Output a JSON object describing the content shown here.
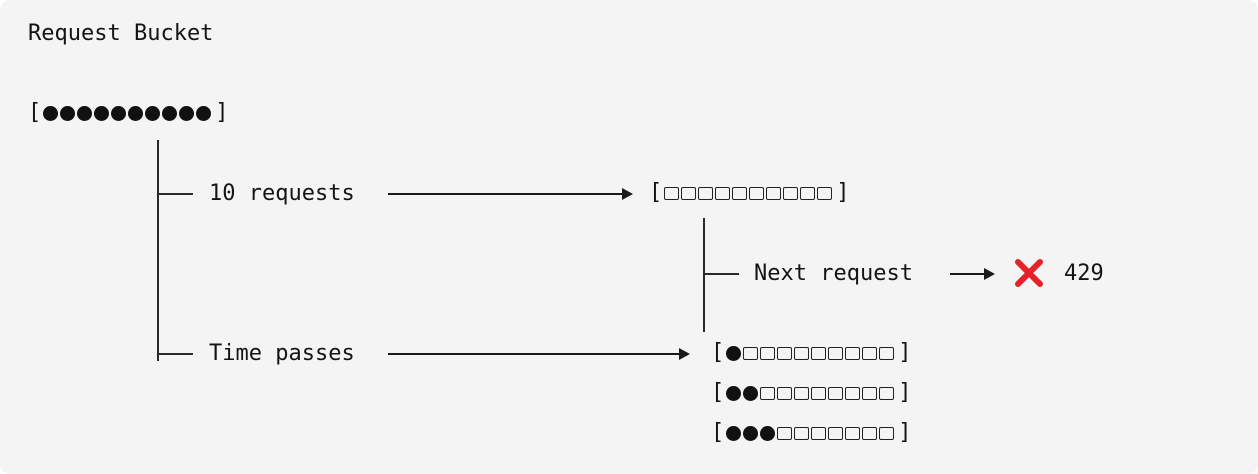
{
  "title": "Request Bucket",
  "labels": {
    "ten_requests": "10 requests",
    "next_request": "Next request",
    "time_passes": "Time passes",
    "status_code": "429"
  },
  "buckets": {
    "initial": {
      "filled": 10,
      "capacity": 10
    },
    "empty": {
      "filled": 0,
      "capacity": 10
    },
    "refill_1": {
      "filled": 1,
      "capacity": 10
    },
    "refill_2": {
      "filled": 2,
      "capacity": 10
    },
    "refill_3": {
      "filled": 3,
      "capacity": 10
    }
  },
  "icons": {
    "reject": "cross-icon"
  },
  "colors": {
    "reject": "#e8202a",
    "ink": "#141414",
    "background": "#f4f4f4"
  }
}
